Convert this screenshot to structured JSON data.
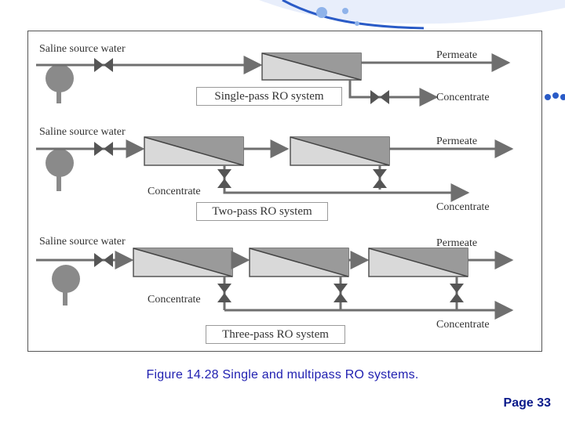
{
  "figure": {
    "caption": "Figure 14.28 Single and multipass RO systems.",
    "systems": [
      {
        "name": "Single-pass RO system",
        "source_label": "Saline source water",
        "permeate_label": "Permeate",
        "concentrate_labels": [
          "Concentrate"
        ]
      },
      {
        "name": "Two-pass RO system",
        "source_label": "Saline source water",
        "permeate_label": "Permeate",
        "concentrate_labels": [
          "Concentrate",
          "Concentrate"
        ]
      },
      {
        "name": "Three-pass RO system",
        "source_label": "Saline source water",
        "permeate_label": "Permeate",
        "concentrate_labels": [
          "Concentrate",
          "Concentrate"
        ]
      }
    ]
  },
  "page": {
    "label": "Page 33"
  },
  "colors": {
    "pipe": "#6f6f6f",
    "membrane_dark": "#8f8f8f",
    "membrane_light": "#d9d9d9",
    "caption": "#1f1fb0",
    "page_number": "#0a1a8a",
    "banner_blue": "#2a5bc7"
  }
}
